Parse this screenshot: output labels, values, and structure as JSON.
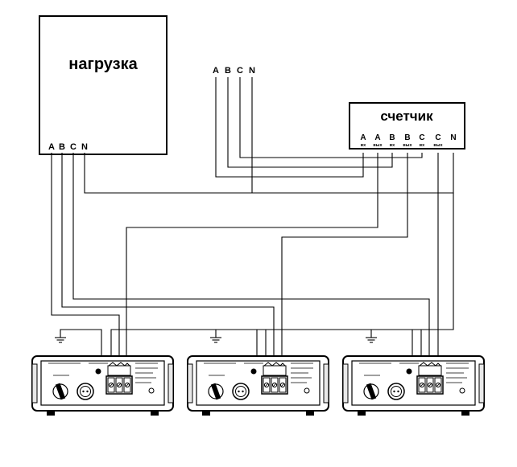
{
  "load": {
    "title": "нагрузка",
    "terminals": [
      "A",
      "B",
      "C",
      "N"
    ]
  },
  "supply": {
    "terminals": [
      "A",
      "B",
      "C",
      "N"
    ]
  },
  "meter": {
    "title": "счетчик",
    "terminals": [
      {
        "phase": "A",
        "dir": "вх"
      },
      {
        "phase": "A",
        "dir": "вых"
      },
      {
        "phase": "B",
        "dir": "вх"
      },
      {
        "phase": "B",
        "dir": "вых"
      },
      {
        "phase": "C",
        "dir": "вх"
      },
      {
        "phase": "C",
        "dir": "вых"
      },
      {
        "phase": "N",
        "dir": ""
      }
    ]
  },
  "stabilizers": [
    {
      "id": "stabilizer-1"
    },
    {
      "id": "stabilizer-2"
    },
    {
      "id": "stabilizer-3"
    }
  ]
}
